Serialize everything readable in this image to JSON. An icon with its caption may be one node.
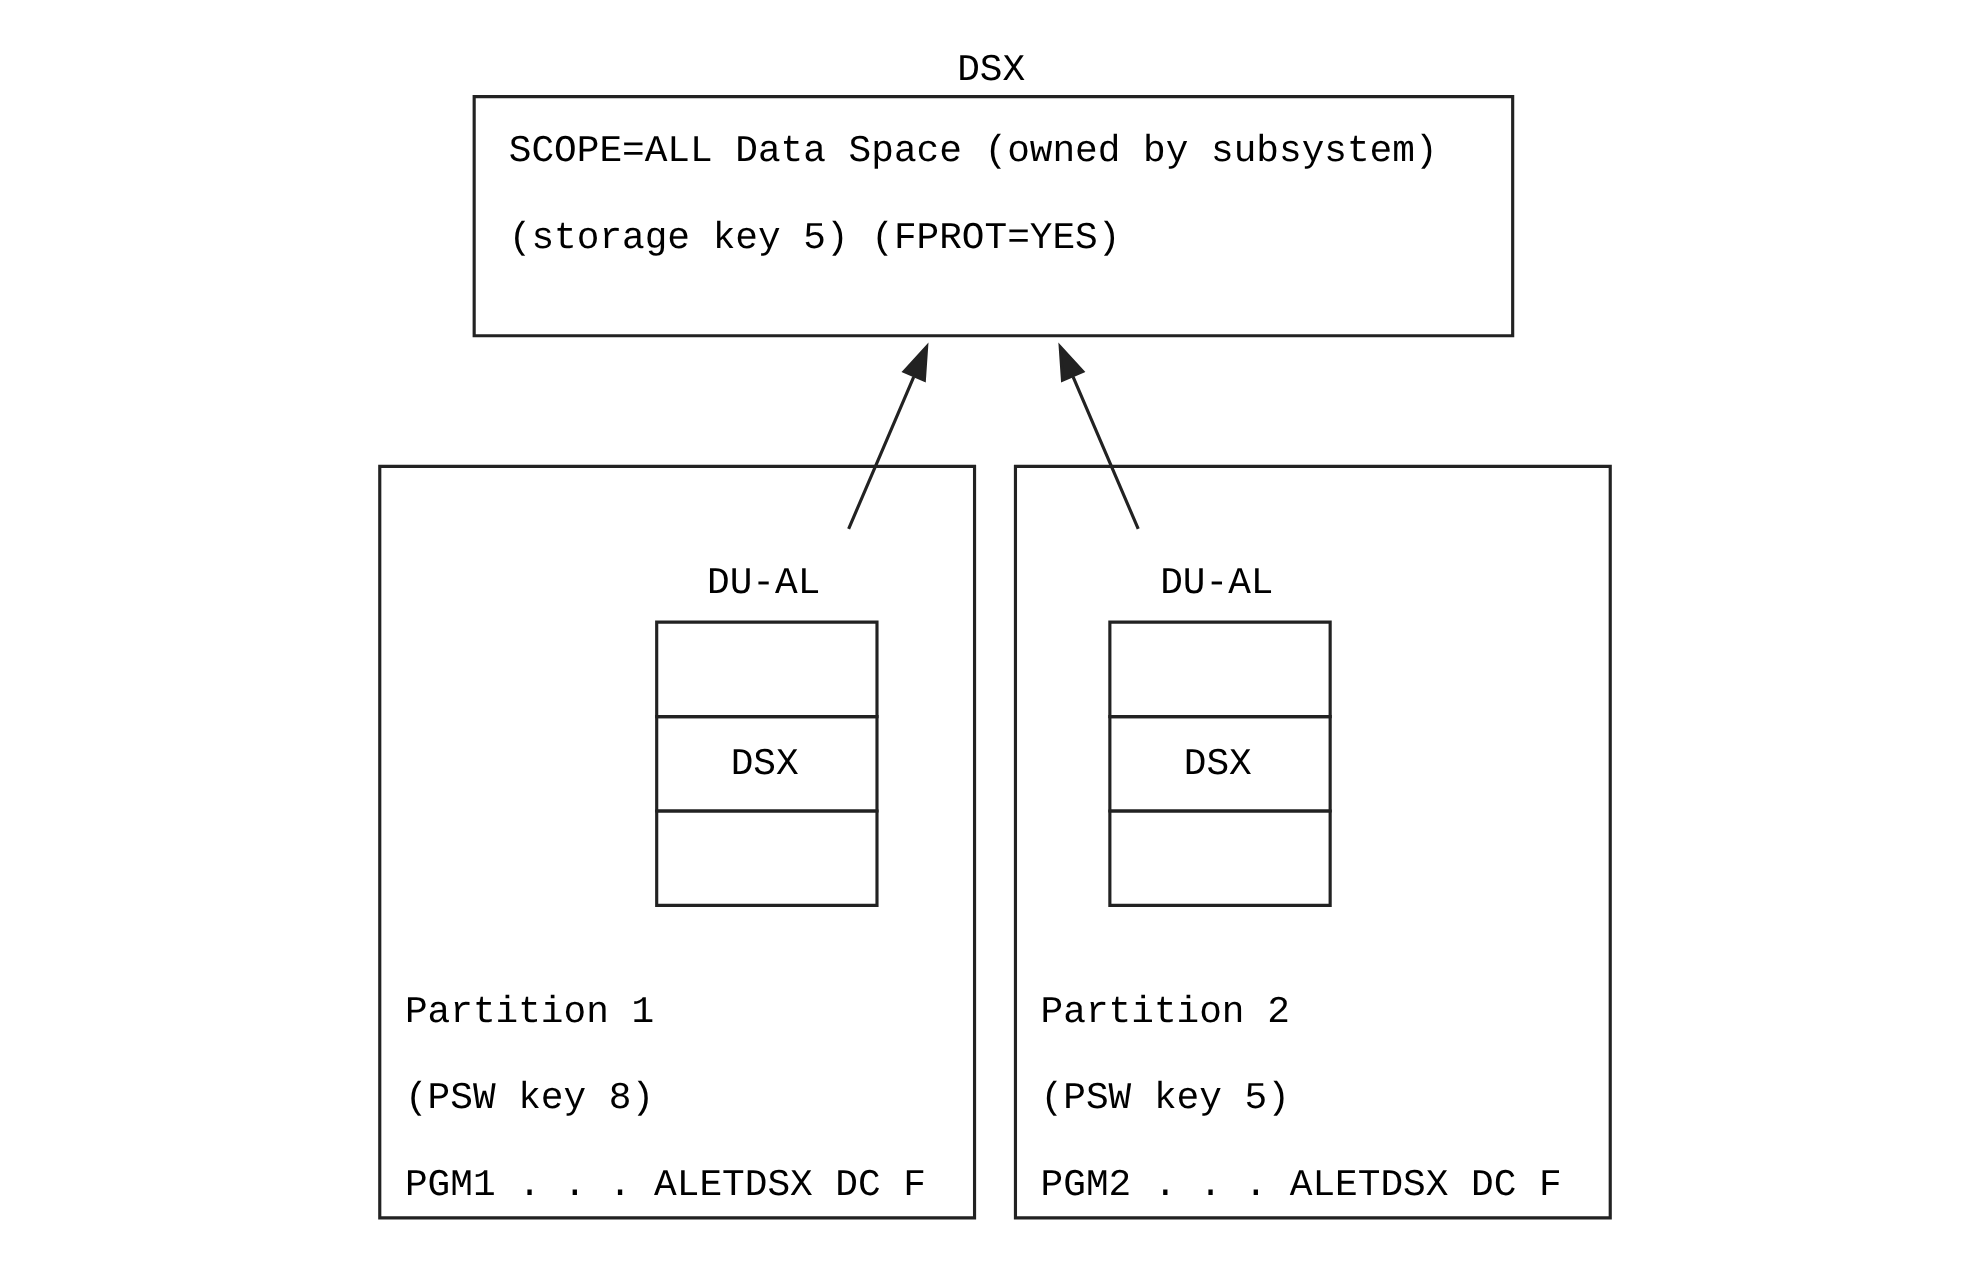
{
  "diagram": {
    "nodes": [
      {
        "text": [
          "Partition 1",
          "(PSW key 8)",
          "PGM1 . . . ALETDSX DC F"
        ]
      },
      {
        "text": [
          "DU-AL",
          "DSX"
        ],
        "in": 0
      },
      {
        "text": [
          "Partition 2",
          "(PSW key 5)",
          "PGM2 . . . ALETDSX DC F"
        ]
      },
      {
        "text": [
          "DU-AL",
          "DSX"
        ],
        "in": 2
      },
      {
        "text": [
          "DSX",
          "SCOPE=ALL Data Space (owned by subsystem)",
          "(storage key 5) (FPROT=YES)"
        ]
      }
    ],
    "edges": [
      {
        "from": 1,
        "to": 4,
        "arrow": "to"
      },
      {
        "from": 3,
        "to": 4,
        "arrow": "to"
      }
    ]
  }
}
